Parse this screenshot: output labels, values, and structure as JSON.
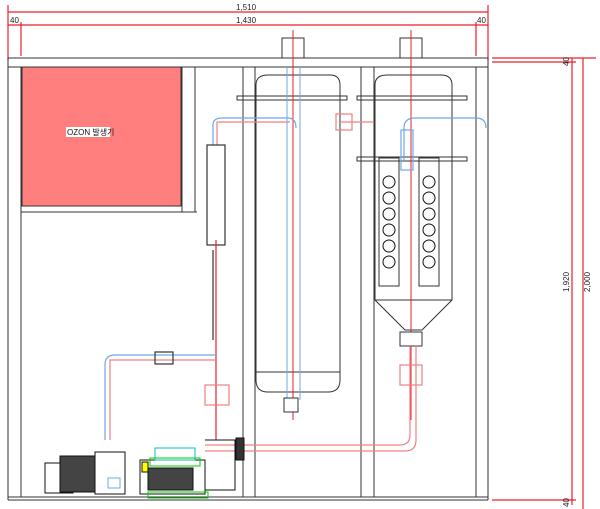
{
  "dimensions": {
    "overall_width": "1,510",
    "inner_width": "1,430",
    "left_margin": "40",
    "right_margin": "40",
    "top_margin": "40",
    "bottom_margin": "40",
    "inner_height": "1,920",
    "overall_height": "2,000"
  },
  "equipment": {
    "ozone_generator_label": "OZON 발생기"
  },
  "colors": {
    "dimension_line": "#e8202a",
    "ozone_box": "#ff7f7f",
    "frame": "#333333",
    "pipe_blue": "#6fa8e8",
    "pipe_red": "#f08080",
    "pump_green": "#00cc00",
    "pump_cyan": "#00c0c0"
  }
}
